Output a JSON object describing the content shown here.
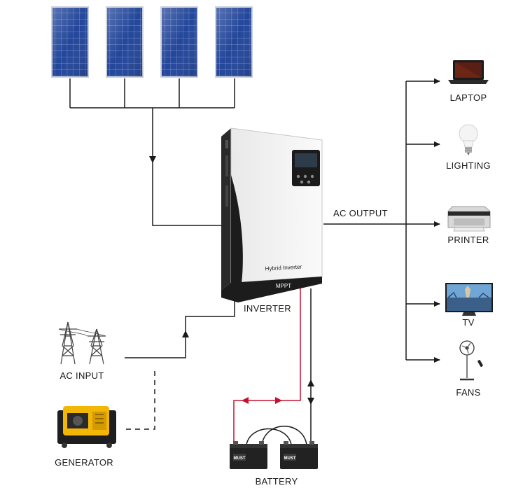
{
  "inverter": {
    "label": "INVERTER",
    "front_text": "Hybrid Inverter",
    "badge_text": "MPPT"
  },
  "labels": {
    "ac_output": "AC OUTPUT",
    "ac_input": "AC INPUT",
    "generator": "GENERATOR",
    "battery": "BATTERY"
  },
  "loads": [
    {
      "label": "LAPTOP",
      "icon": "laptop-icon"
    },
    {
      "label": "LIGHTING",
      "icon": "light-bulb-icon"
    },
    {
      "label": "PRINTER",
      "icon": "printer-icon"
    },
    {
      "label": "TV",
      "icon": "tv-icon"
    },
    {
      "label": "FANS",
      "icon": "fan-icon"
    }
  ],
  "battery_brand": "MUST",
  "colors": {
    "line": "#1a1a1a",
    "battery_link": "#c8102e",
    "panel_blue": "#1f3f8f",
    "inverter_body": "#f2f2f2",
    "inverter_dark": "#1c1c1c"
  }
}
